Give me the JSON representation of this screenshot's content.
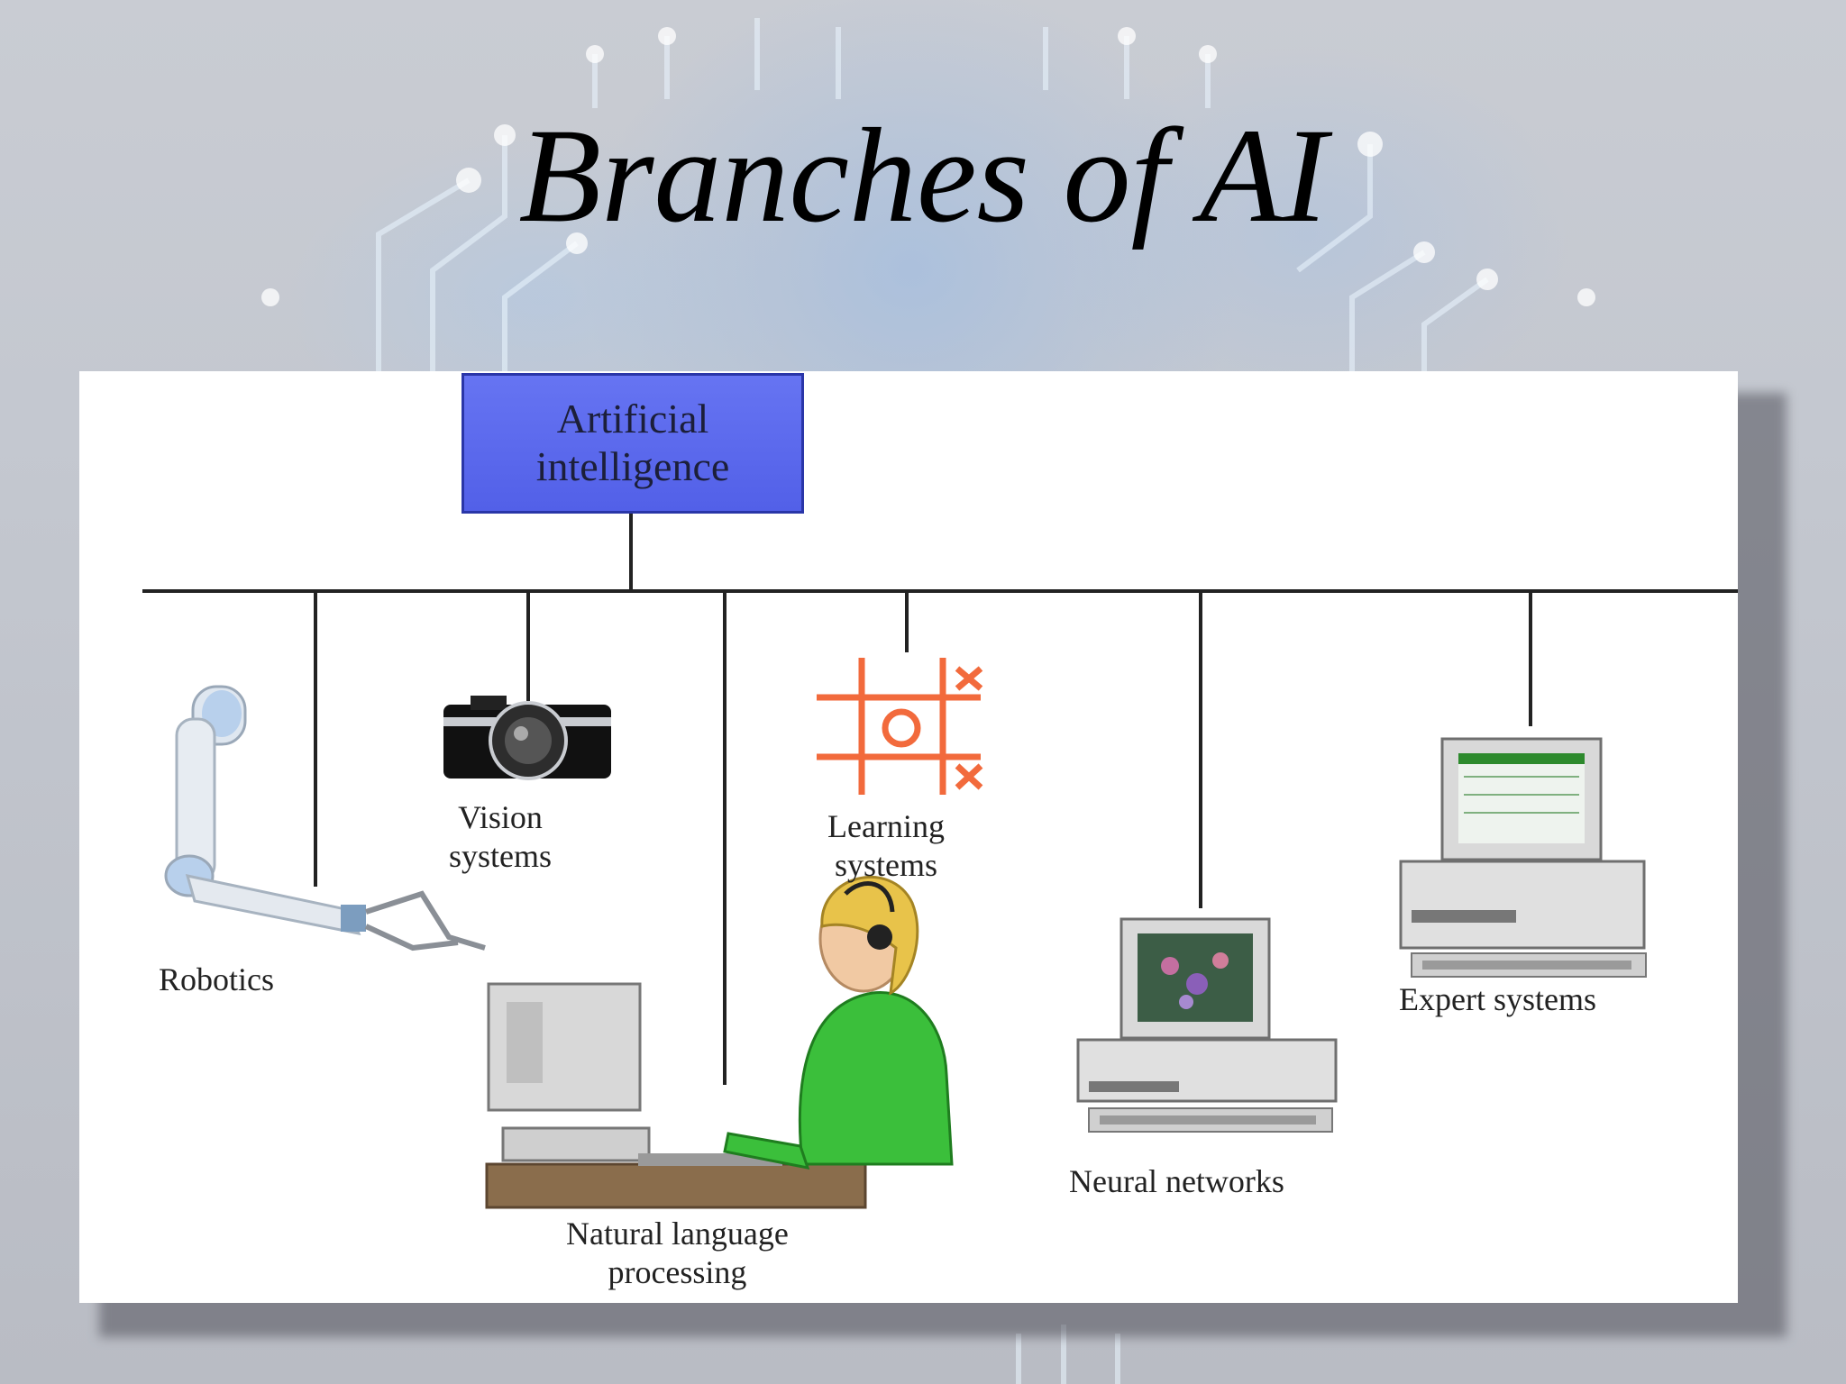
{
  "slide": {
    "title": "Branches of AI"
  },
  "diagram": {
    "root": {
      "line1": "Artificial",
      "line2": "intelligence",
      "color": "#5a67ee"
    },
    "branches": [
      {
        "id": "robotics",
        "label_lines": [
          "Robotics"
        ],
        "icon": "robotic-arm-icon"
      },
      {
        "id": "vision",
        "label_lines": [
          "Vision",
          "systems"
        ],
        "icon": "camera-icon"
      },
      {
        "id": "nlp",
        "label_lines": [
          "Natural language",
          "processing"
        ],
        "icon": "person-at-computer-icon"
      },
      {
        "id": "learning",
        "label_lines": [
          "Learning",
          "systems"
        ],
        "icon": "tic-tac-toe-icon"
      },
      {
        "id": "neural",
        "label_lines": [
          "Neural networks"
        ],
        "icon": "desktop-computer-icon"
      },
      {
        "id": "expert",
        "label_lines": [
          "Expert systems"
        ],
        "icon": "desktop-computer-icon"
      }
    ],
    "colors": {
      "connector": "#222222",
      "tic_tac_toe": "#f26a3c",
      "headset_person_shirt": "#3bbf3b"
    }
  }
}
